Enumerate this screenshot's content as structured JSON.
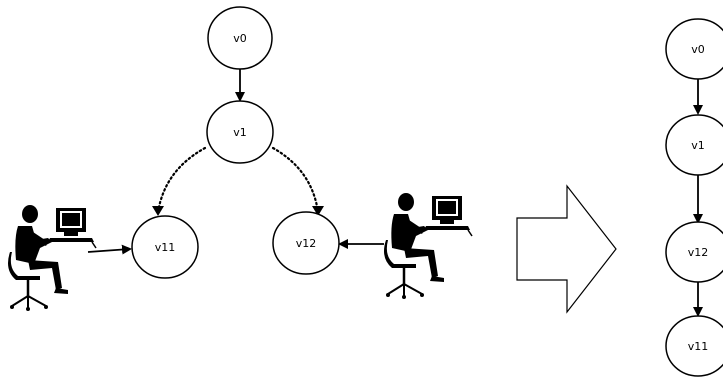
{
  "left_graph": {
    "nodes": {
      "v0": "v0",
      "v1": "v1",
      "v11": "v11",
      "v12": "v12"
    }
  },
  "right_graph": {
    "nodes": {
      "v0": "v0",
      "v1": "v1",
      "v12": "v12",
      "v11": "v11"
    }
  },
  "icons": {
    "left_user": "user-at-computer-icon",
    "right_user": "user-at-computer-icon",
    "transform_arrow": "right-arrow-icon"
  }
}
